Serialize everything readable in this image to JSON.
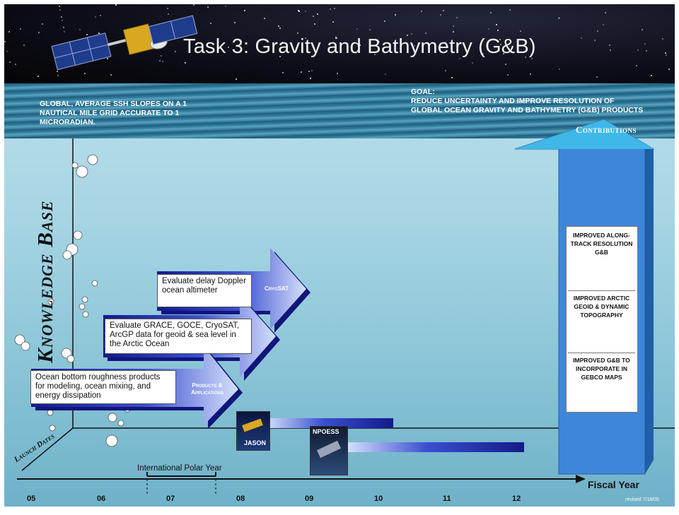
{
  "title": "Task 3: Gravity and Bathymetry (G&B)",
  "left_goal_text": "Global, average SSH slopes on a 1 nautical mile grid accurate to 1 microradian.",
  "goal_label": "Goal:",
  "goal_text": "Reduce uncertainty and improve resolution of global ocean gravity and bathymetry (G&B) products",
  "y_axis_label": "Knowledge Base",
  "launch_axis_label": "Launch Dates",
  "x_axis_label": "Fiscal Year",
  "x_ticks": [
    "05",
    "06",
    "07",
    "08",
    "09",
    "10",
    "11",
    "12"
  ],
  "arrows": [
    {
      "text": "Evaluate delay Doppler ocean altimeter",
      "label": "CryoSAT"
    },
    {
      "text": "Evaluate GRACE, GOCE, CryoSAT, ArcGP data for geoid & sea level in the Arctic Ocean",
      "label": ""
    },
    {
      "text": "Ocean bottom roughness products for modeling, ocean mixing, and energy dissipation",
      "label": "Products & Applications"
    }
  ],
  "contributions_label": "Contributions",
  "puzzle_pieces": [
    "Improved along-track resolution G&B",
    "Improved Arctic geoid & dynamic topography",
    "Improved G&B to incorporate in GEBCO maps"
  ],
  "missions": [
    {
      "name": "JASON"
    },
    {
      "name": "NPOESS"
    }
  ],
  "polar_year_label": "International Polar Year",
  "revised": "revised 7/18/05",
  "colors": {
    "arrow_dark": "#1a1f9a",
    "arrow_light": "#b8c8f2",
    "contrib_arrow": "#3f86d8"
  }
}
